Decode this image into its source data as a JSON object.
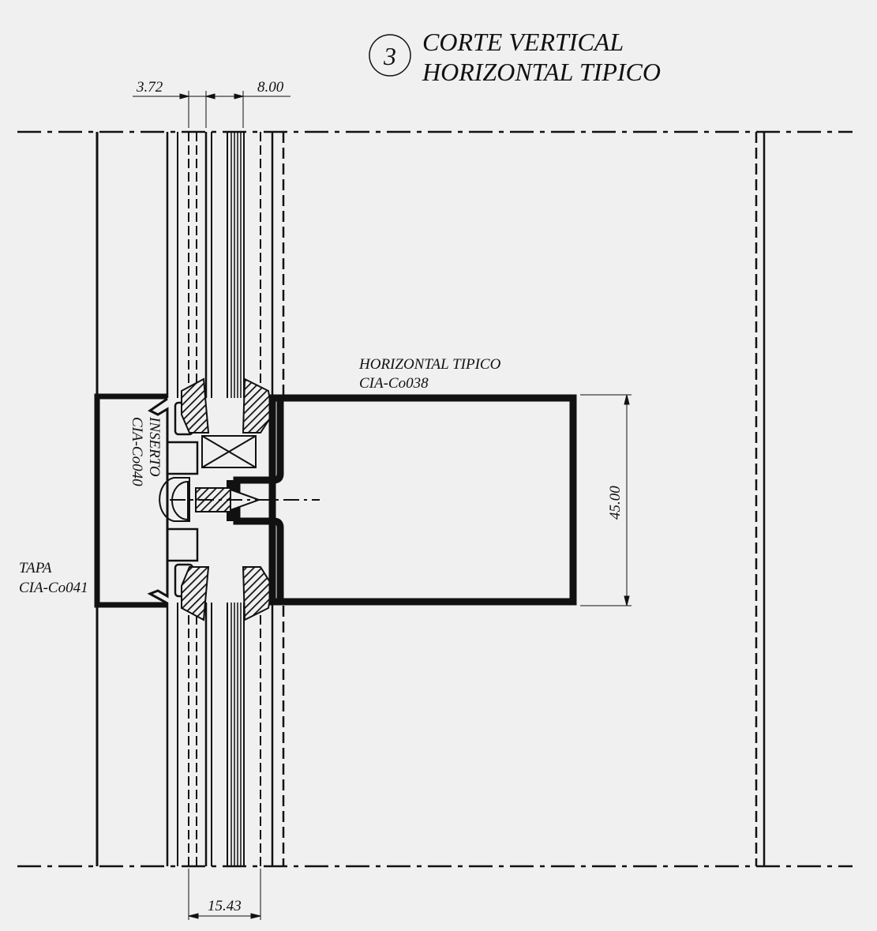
{
  "title": {
    "number": "3",
    "line1": "CORTE VERTICAL",
    "line2": "HORIZONTAL TIPICO"
  },
  "dimensions": {
    "top_left": "3.72",
    "top_right": "8.00",
    "bottom": "15.43",
    "height": "45.00"
  },
  "labels": {
    "horizontal": {
      "name": "HORIZONTAL TIPICO",
      "code": "CIA-Co038"
    },
    "inserto": {
      "name": "INSERTO",
      "code": "CIA-Co040"
    },
    "tapa": {
      "name": "TAPA",
      "code": "CIA-Co041"
    }
  },
  "colors": {
    "background": "#f0f0f0",
    "ink": "#111111"
  }
}
